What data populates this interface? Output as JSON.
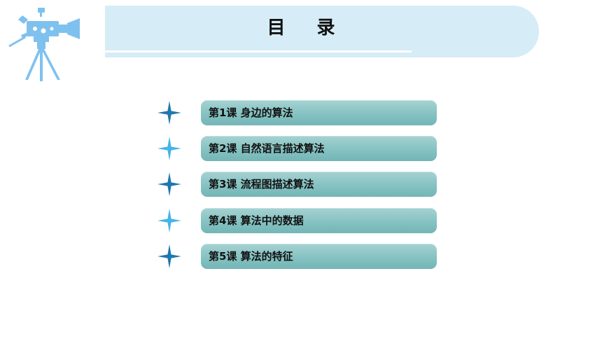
{
  "header": {
    "title": "目 录"
  },
  "toc": {
    "items": [
      {
        "label": "第1课 身边的算法"
      },
      {
        "label": "第2课 自然语言描述算法"
      },
      {
        "label": "第3课 流程图描述算法"
      },
      {
        "label": "第4课 算法中的数据"
      },
      {
        "label": "第5课 算法的特征"
      }
    ]
  },
  "icons": {
    "logo": "film-camera-icon",
    "bullet": "four-point-star-icon"
  },
  "colors": {
    "banner": "#d6ecf6",
    "pill": "#86c2c2",
    "star_dark": "#1f78ad",
    "star_light": "#45b4e8",
    "camera": "#7fc1ee"
  }
}
